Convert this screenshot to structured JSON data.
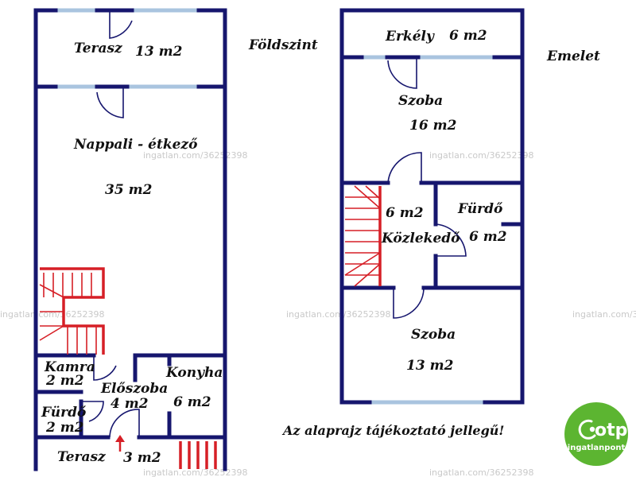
{
  "ground_floor": {
    "title": "Földszint",
    "rooms": {
      "terrace_top": {
        "name": "Terasz",
        "area": "13 m2"
      },
      "living": {
        "name": "Nappali - étkező",
        "area": "35 m2"
      },
      "pantry": {
        "name": "Kamra",
        "area": "2 m2"
      },
      "hall": {
        "name": "Előszoba",
        "area": "4 m2"
      },
      "kitchen": {
        "name": "Konyha",
        "area": "6 m2"
      },
      "bath": {
        "name": "Fürdő",
        "area": "2 m2"
      },
      "terrace_bottom": {
        "name": "Terasz",
        "area": "3 m2"
      }
    }
  },
  "upper_floor": {
    "title": "Emelet",
    "rooms": {
      "balcony": {
        "name": "Erkély",
        "area": "6 m2"
      },
      "room_top": {
        "name": "Szoba",
        "area": "16 m2"
      },
      "corridor": {
        "name": "Közlekedő",
        "area": "6 m2"
      },
      "bath": {
        "name": "Fürdő",
        "area": "6 m2"
      },
      "room_bottom": {
        "name": "Szoba",
        "area": "13 m2"
      }
    }
  },
  "note": "Az alaprajz tájékoztató jellegű!",
  "watermark": "ingatlan.com/36252398",
  "logo": {
    "brand": "otp",
    "sub": "ingatlanpont"
  },
  "colors": {
    "walls": "#16166e",
    "windows": "#a9c4df",
    "stairs": "#d61f26",
    "logo": "#5cb531"
  }
}
